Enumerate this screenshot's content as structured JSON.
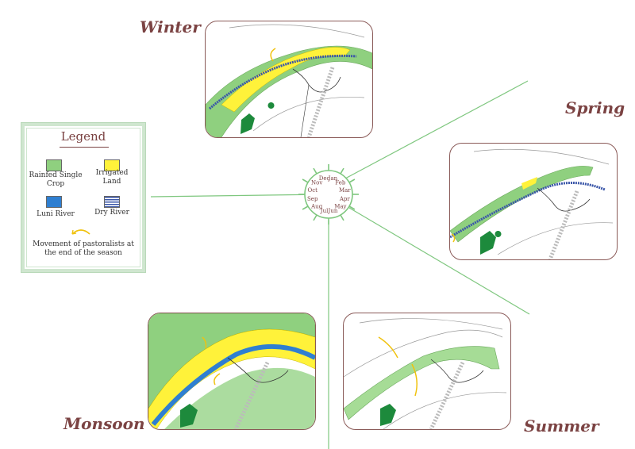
{
  "seasons": {
    "winter": "Winter",
    "spring": "Spring",
    "summer": "Summer",
    "monsoon": "Monsoon"
  },
  "legend": {
    "title": "Legend",
    "rainfed": "Rainfed Single Crop",
    "irrigated": "Irrigated Land",
    "luni": "Luni River",
    "dry_river": "Dry River",
    "movement": "Movement of pastoralists at the end of the season"
  },
  "months": [
    "Jan",
    "Feb",
    "Mar",
    "Apr",
    "May",
    "Jun",
    "Jul",
    "Aug",
    "Sep",
    "Oct",
    "Nov",
    "Dec"
  ],
  "colors": {
    "rainfed": "#8fd07f",
    "irrigated": "#fff23a",
    "luni": "#2f7fd1",
    "border": "#8a5a58",
    "accent": "#7b4343",
    "line": "#7fc77f"
  }
}
